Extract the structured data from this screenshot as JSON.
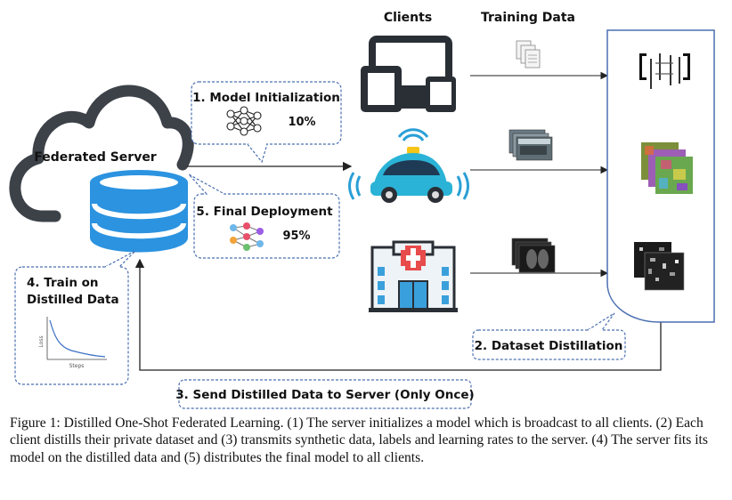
{
  "figure": {
    "headers": {
      "clients": "Clients",
      "training_data": "Training Data"
    },
    "server": {
      "label": "Federated Server"
    },
    "steps": {
      "model_init": "1. Model Initialization",
      "init_accuracy": "10%",
      "final_deploy": "5. Final Deployment",
      "final_accuracy": "95%",
      "train_distilled_line1": "4. Train on",
      "train_distilled_line2": "Distilled Data",
      "dataset_distillation": "2. Dataset Distillation",
      "send_distilled": "3. Send Distilled Data to Server (Only Once)"
    },
    "loss_plot": {
      "ylabel": "Loss",
      "xlabel": "Steps"
    }
  },
  "caption": {
    "text": "Figure 1: Distilled One-Shot Federated Learning. (1) The server initializes a model which is broadcast to all clients. (2) Each client distills their private dataset and (3) transmits synthetic data, labels and learning rates to the server. (4) The server fits its model on the distilled data and (5) distributes the final model to all clients."
  }
}
